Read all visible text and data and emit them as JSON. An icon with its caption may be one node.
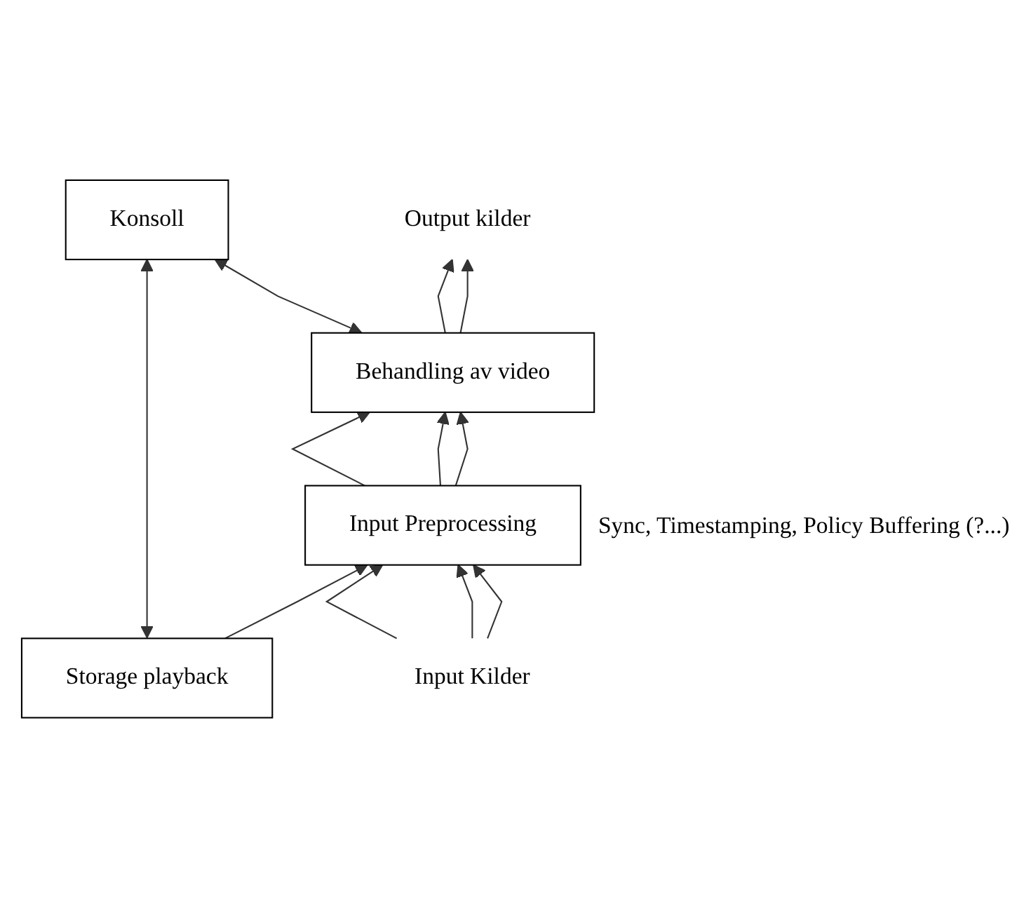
{
  "diagram": {
    "nodes": [
      {
        "text": [
          "Storage playback"
        ]
      },
      {
        "text": [
          "Behandling av video"
        ]
      },
      {
        "text": [
          "Konsoll"
        ]
      },
      {
        "text": [
          "Input Preprocessing"
        ],
        "beside": [
          "Sync, Timestamping, Policy Buffering (?...)"
        ]
      },
      {
        "text": [
          "Output kilder"
        ]
      },
      {
        "text": [
          "Input Kilder"
        ]
      }
    ],
    "edges": [
      {
        "from": 1,
        "to": 4,
        "arrow": "to"
      },
      {
        "from": 1,
        "to": 4,
        "arrow": "to"
      },
      {
        "from": 0,
        "to": 2,
        "arrow": "both"
      },
      {
        "from": 1,
        "to": 2,
        "arrow": "both"
      },
      {
        "from": 0,
        "to": 3,
        "arrow": "to"
      },
      {
        "from": 3,
        "to": 1,
        "arrow": "to"
      },
      {
        "from": 3,
        "to": 1,
        "arrow": "to"
      },
      {
        "from": 3,
        "to": 1,
        "arrow": "to"
      },
      {
        "from": 5,
        "to": 3,
        "arrow": "to"
      },
      {
        "from": 5,
        "to": 3,
        "arrow": "to"
      },
      {
        "from": 5,
        "to": 3,
        "arrow": "to"
      }
    ]
  }
}
